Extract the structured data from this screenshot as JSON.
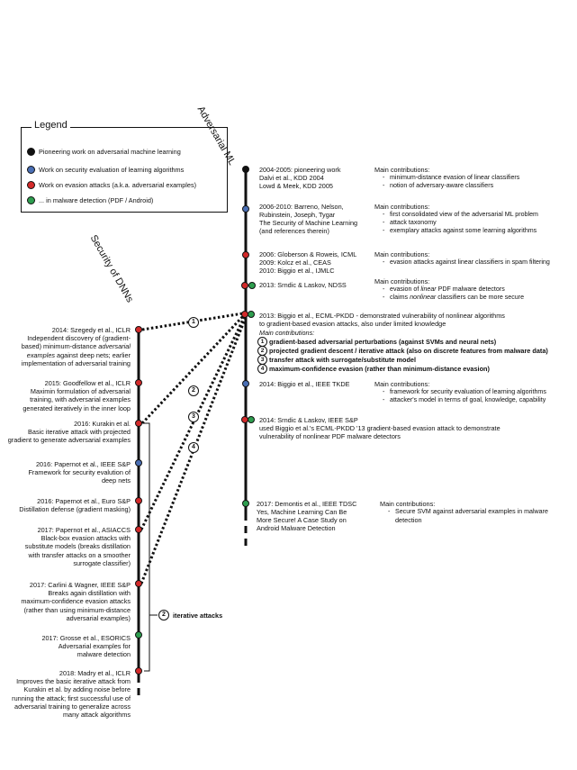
{
  "titles": {
    "adversarial_ml": "Adversarial ML",
    "security_dnns": "Security of DNNs"
  },
  "legend": {
    "title": "Legend",
    "items": [
      {
        "label": "Pioneering work on adversarial machine learning",
        "color": "#111111"
      },
      {
        "label": "Work on security evaluation of learning algorithms",
        "color": "#4a6fb5"
      },
      {
        "label": "Work on evasion attacks  (a.k.a. adversarial examples)",
        "color": "#d42a2a"
      },
      {
        "label": "... in malware detection (PDF / Android)",
        "color": "#2e9e4f"
      }
    ]
  },
  "right_entries": {
    "e1": {
      "lines": [
        "2004-2005: pioneering work",
        "Dalvi et al., KDD 2004",
        "Lowd & Meek, KDD 2005"
      ]
    },
    "e2": {
      "lines": [
        "2006-2010: Barreno, Nelson,",
        "Rubinstein, Joseph, Tygar",
        "The Security of Machine Learning",
        "(and references therein)"
      ]
    },
    "e3": {
      "lines": [
        "2006: Globerson & Roweis, ICML",
        "2009: Kolcz et al., CEAS",
        "2010: Biggio et al., IJMLC"
      ]
    },
    "e4": {
      "lines": [
        "2013: Srndic & Laskov, NDSS"
      ]
    },
    "e5": {
      "lines": [
        "2013: Biggio et al., ECML-PKDD - demonstrated vulnerability of nonlinear algorithms",
        "to gradient-based evasion attacks, also under limited knowledge"
      ]
    },
    "e6": {
      "lines": [
        "2014: Biggio et al., IEEE TKDE"
      ]
    },
    "e7": {
      "lines": [
        "2014: Srndic & Laskov, IEEE S&P",
        "used Biggio et al.'s ECML-PKDD '13 gradient-based evasion attack to demonstrate",
        "vulnerability of nonlinear PDF malware detectors"
      ]
    },
    "e8": {
      "lines": [
        "2017: Demontis et al., IEEE TDSC",
        "Yes, Machine Learning Can Be",
        "More Secure! A Case Study on",
        "Android Malware Detection"
      ]
    }
  },
  "main_contributions": {
    "label": "Main contributions:",
    "c1": [
      "minimum-distance evasion of linear classifiers",
      "notion of adversary-aware classifiers"
    ],
    "c2": [
      "first consolidated view of the adversarial ML problem",
      "attack taxonomy",
      "exemplary attacks against some learning algorithms"
    ],
    "c3": [
      "evasion attacks against linear classifiers in spam filtering"
    ],
    "c4": [
      "evasion of ",
      "linear",
      " PDF malware detectors",
      "claims ",
      "nonlinear",
      " classifiers can be more secure"
    ],
    "c6": [
      "framework for security evaluation of learning algorithms",
      "attacker's model in terms of goal, knowledge, capability"
    ],
    "c8": [
      "Secure SVM against adversarial examples in malware",
      "detection"
    ]
  },
  "biggio2013": {
    "label": "Main contributions:",
    "items": [
      {
        "n": "1",
        "text": "gradient-based adversarial perturbations (against SVMs and neural nets)"
      },
      {
        "n": "2",
        "text": "projected gradient descent / iterative attack (also on discrete features from malware data)"
      },
      {
        "n": "3",
        "text": "transfer attack with surrogate/substitute model"
      },
      {
        "n": "4",
        "text": "maximum-confidence evasion (rather than minimum-distance evasion)"
      }
    ]
  },
  "left_entries": {
    "l1": {
      "lines": [
        "2014: Szegedy et al., ICLR",
        "Independent discovery of (gradient-",
        "based) minimum-distance ",
        "adversarial",
        "examples",
        " against deep nets; earlier",
        "implementation of adversarial training"
      ]
    },
    "l2": {
      "lines": [
        "2015: Goodfellow et al., ICLR",
        "Maximin formulation of adversarial",
        "training, with adversarial examples",
        "generated iteratively in the inner loop"
      ]
    },
    "l3": {
      "lines": [
        "2016: Kurakin et al.",
        "Basic iterative attack with projected",
        "gradient to generate adversarial examples"
      ]
    },
    "l4": {
      "lines": [
        "2016: Papernot et al., IEEE S&P",
        "Framework for security evalution of",
        "deep nets"
      ]
    },
    "l5": {
      "lines": [
        "2016: Papernot et al., Euro S&P",
        "Distillation defense (gradient masking)"
      ]
    },
    "l6": {
      "lines": [
        "2017: Papernot et al., ASIACCS",
        "Black-box evasion attacks with",
        "substitute models (breaks distillation",
        "with transfer attacks on a smoother",
        "surrogate classifier)"
      ]
    },
    "l7": {
      "lines": [
        "2017: Carlini & Wagner, IEEE S&P",
        "Breaks again distillation with",
        "maximum-confidence evasion attacks",
        "(rather than using minimum-distance",
        "adversarial examples)"
      ]
    },
    "l8": {
      "lines": [
        "2017: Grosse et al., ESORICS",
        "Adversarial examples for",
        "malware detection"
      ]
    },
    "l9": {
      "lines": [
        "2018: Madry et al., ICLR",
        "Improves the basic iterative attack from",
        "Kurakin et al. by adding noise before",
        "running the attack; first successful use of",
        "adversarial training to generalize across",
        "many attack algorithms"
      ]
    }
  },
  "bracket": {
    "n": "2",
    "label": "iterative attacks"
  },
  "markers": {
    "m1": "1",
    "m2": "2",
    "m3": "3",
    "m4": "4"
  }
}
